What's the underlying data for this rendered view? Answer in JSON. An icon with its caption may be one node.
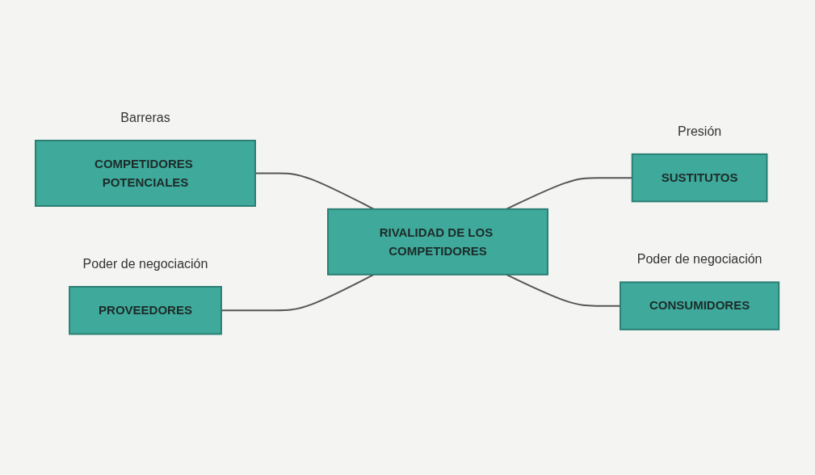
{
  "diagram": {
    "nodes": [
      {
        "text": [
          "COMPETIDORES POTENCIALES"
        ],
        "beside": [
          "Barreras"
        ]
      },
      {
        "text": [
          "PROVEEDORES"
        ],
        "beside": [
          "Poder de negociación"
        ]
      },
      {
        "text": [
          "RIVALIDAD DE LOS COMPETIDORES"
        ]
      },
      {
        "text": [
          "CONSUMIDORES"
        ],
        "beside": [
          "Poder de negociación"
        ]
      },
      {
        "text": [
          "SUSTITUTOS"
        ],
        "beside": [
          "Presión"
        ]
      }
    ],
    "edges": [
      {
        "from": 0,
        "to": 2,
        "arrow": "none"
      },
      {
        "from": 1,
        "to": 2,
        "arrow": "none"
      },
      {
        "from": 2,
        "to": 3,
        "arrow": "none"
      },
      {
        "from": 2,
        "to": 4,
        "arrow": "none"
      }
    ]
  }
}
